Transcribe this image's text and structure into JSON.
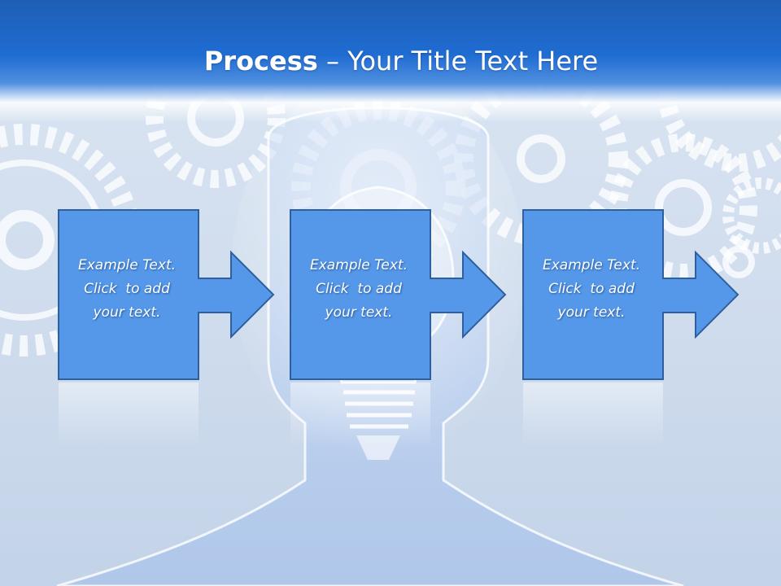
{
  "slide": {
    "title_bold": "Process",
    "title_rest": " – Your Title Text Here"
  },
  "steps": [
    {
      "line1": "Example Text.",
      "line2": "Click  to add",
      "line3": "your text."
    },
    {
      "line1": "Example Text.",
      "line2": "Click  to add",
      "line3": "your text."
    },
    {
      "line1": "Example Text.",
      "line2": "Click  to add",
      "line3": "your text."
    }
  ],
  "colors": {
    "header_blue": "#1f6cd2",
    "box_fill": "#5598ea",
    "box_border": "#2f5f9c",
    "background": "#d3dfee"
  }
}
